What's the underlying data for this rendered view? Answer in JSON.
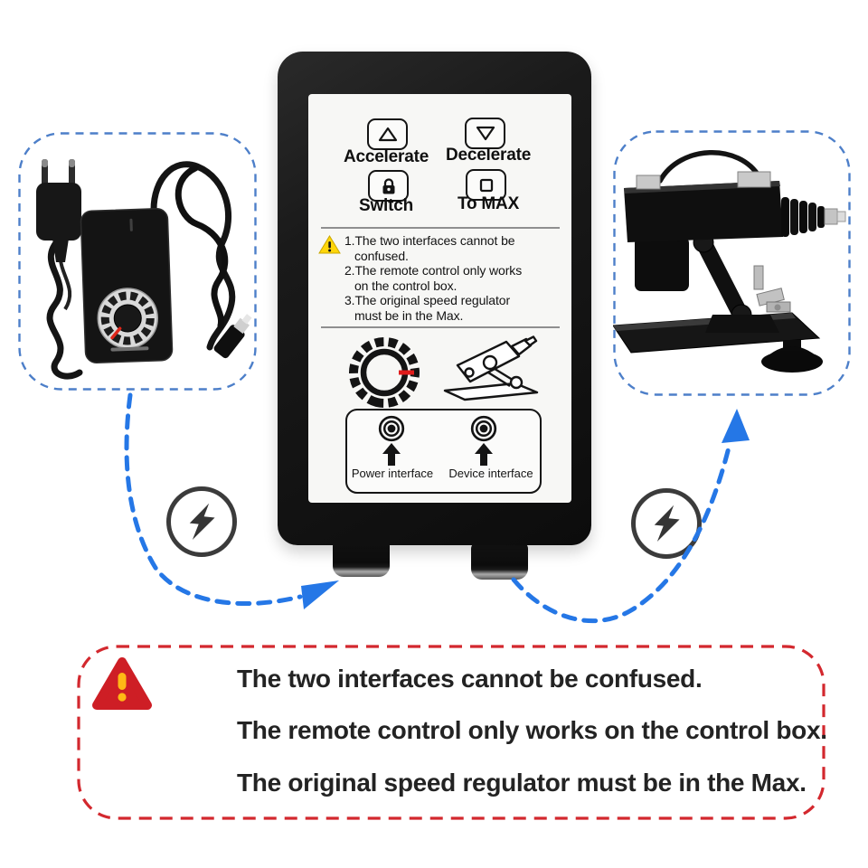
{
  "remote": {
    "buttons": [
      {
        "label": "Accelerate",
        "icon": "triangle-up-icon"
      },
      {
        "label": "Decelerate",
        "icon": "triangle-down-icon"
      },
      {
        "label": "Switch",
        "icon": "lock-icon"
      },
      {
        "label": "To MAX",
        "icon": "square-max-icon"
      }
    ],
    "notes": [
      "1.The two interfaces cannot be confused.",
      "2.The remote control only works on the control box.",
      "3.The original speed regulator must be in the Max."
    ],
    "ports": {
      "power_label": "Power interface",
      "device_label": "Device interface"
    }
  },
  "warning_banner": {
    "lines": [
      "The two interfaces cannot be confused.",
      "The remote control only works on the control box.",
      "The original speed regulator must be in the Max."
    ]
  },
  "icons": {
    "note_warning": "warning-triangle-icon",
    "banner_warning": "alert-triangle-icon",
    "left_power": "lightning-bolt-icon",
    "right_power": "lightning-bolt-icon",
    "dial": "speed-dial-icon",
    "machine": "machine-outline-icon",
    "jack": "jack-socket-icon"
  },
  "colors": {
    "arrow_blue": "#2577e6",
    "frame_blue": "#4d7fc9",
    "banner_red": "#d3282e",
    "alert_red": "#ce1e25",
    "alert_yellow": "#ffb915",
    "note_yellow": "#ffd60a",
    "pointer_red": "#e01b1b"
  }
}
